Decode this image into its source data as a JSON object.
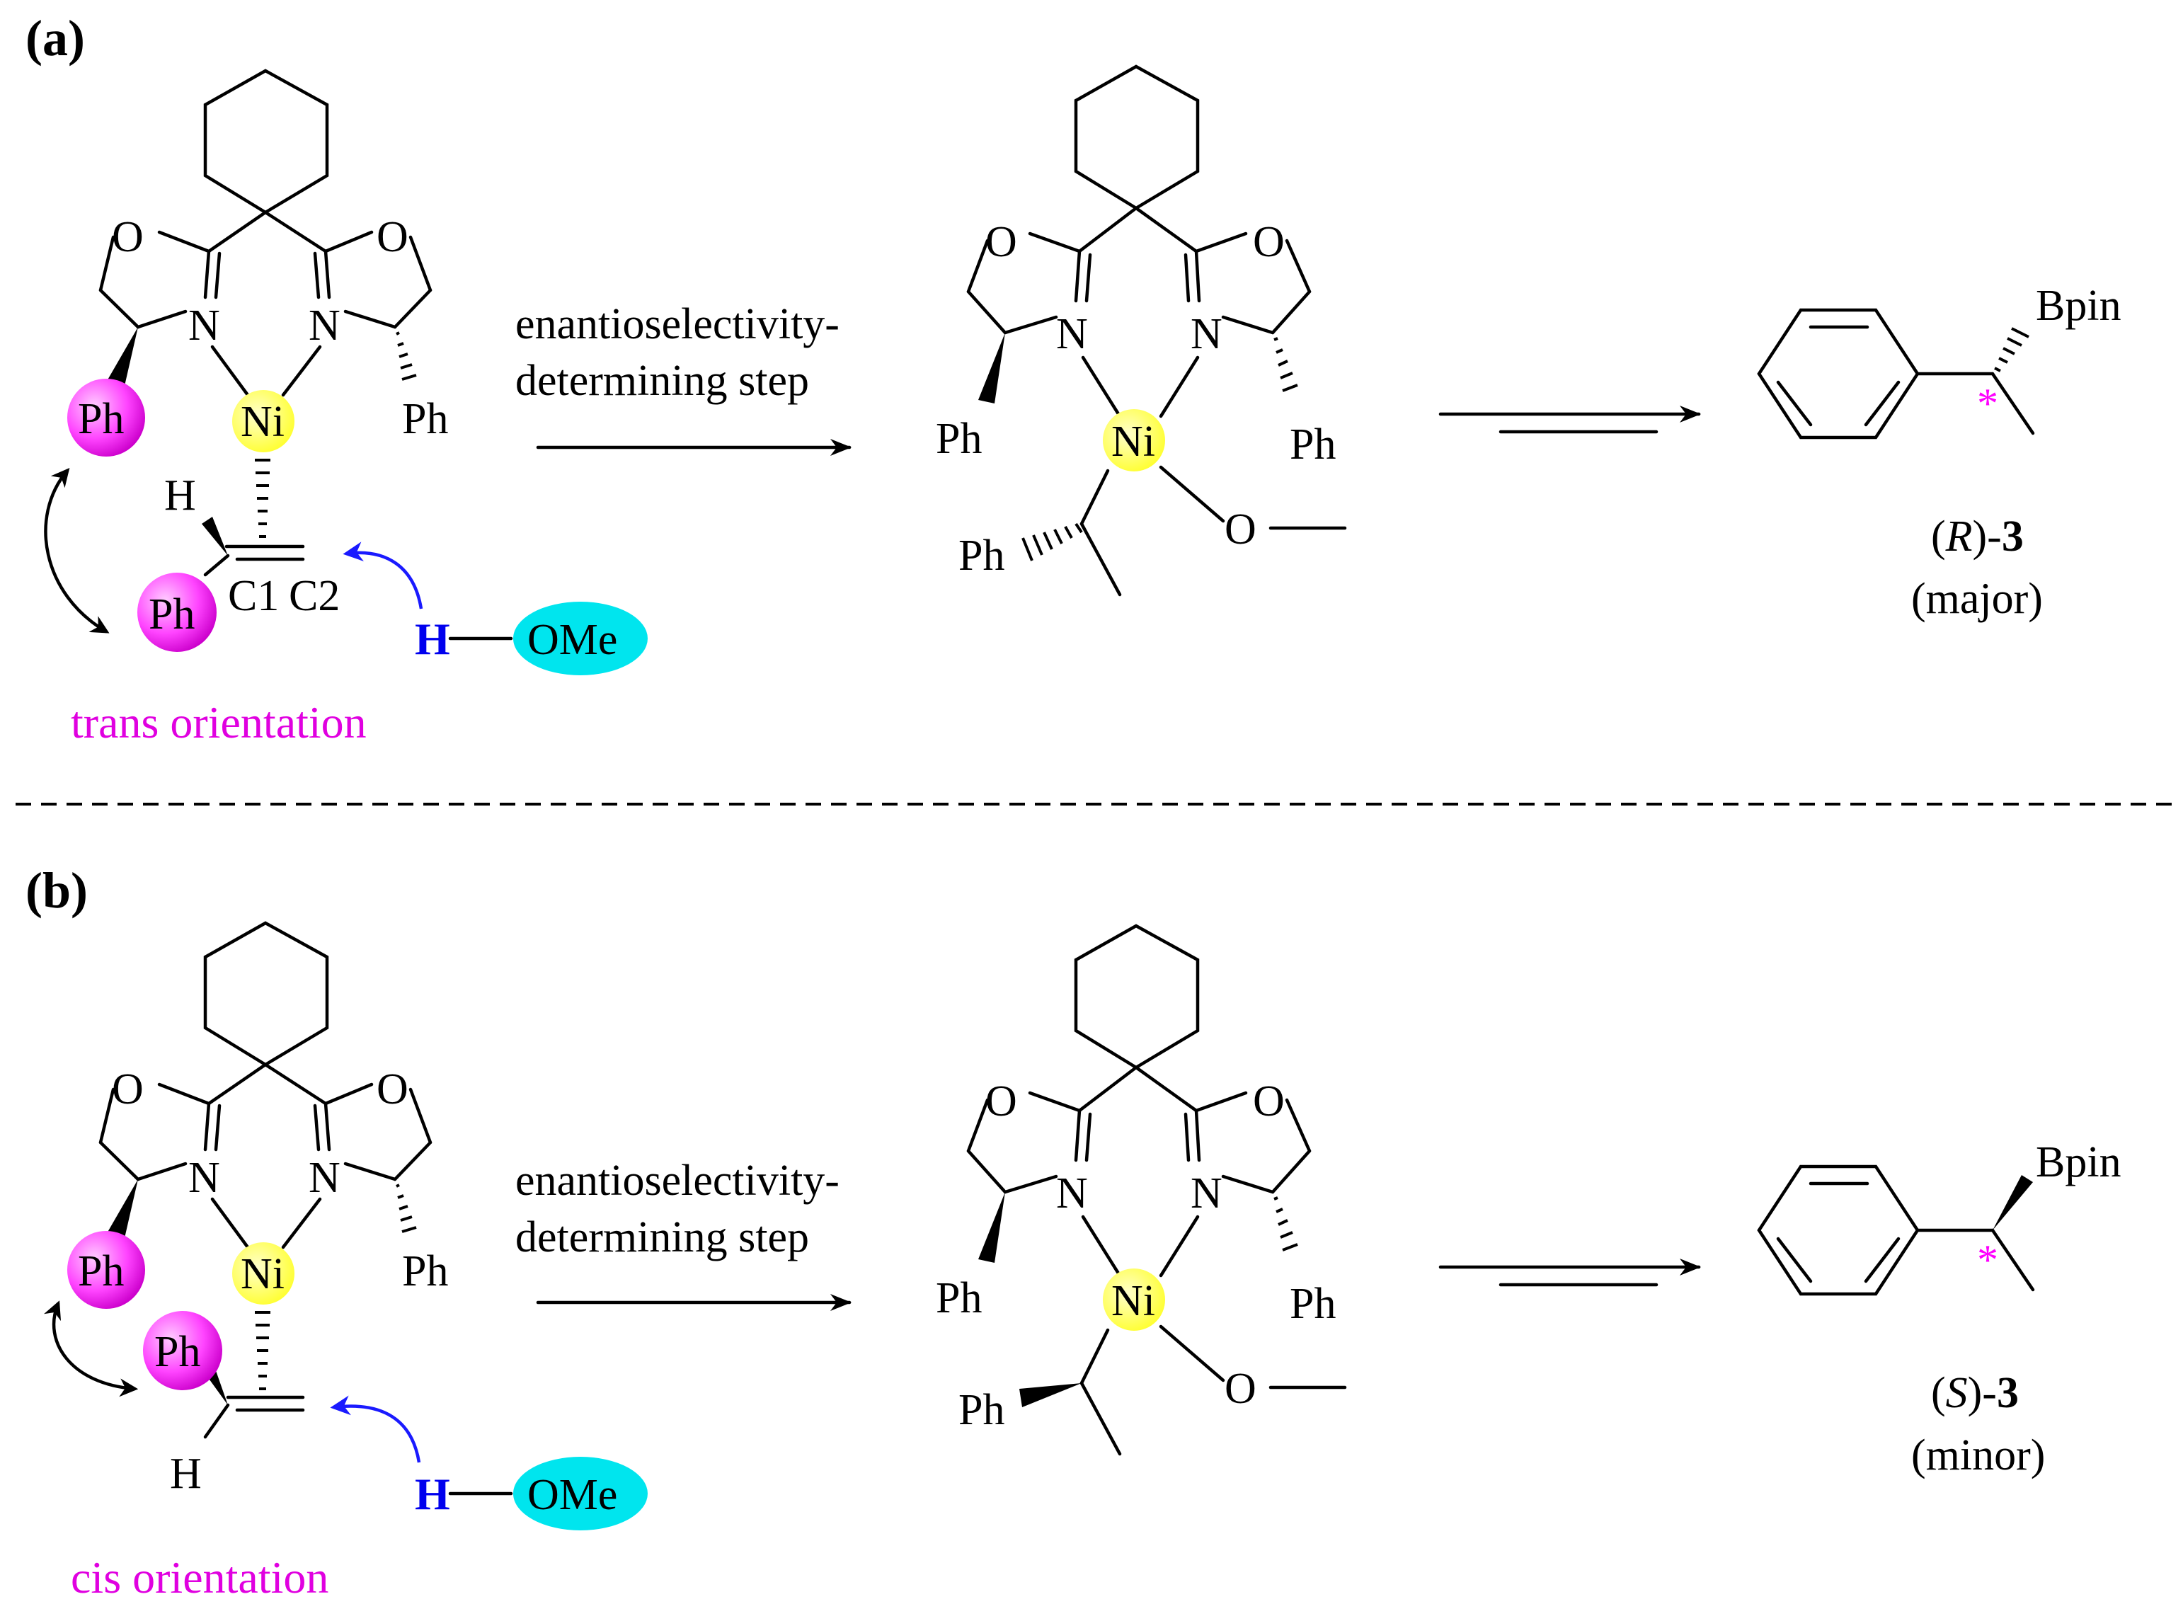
{
  "panels": {
    "a": {
      "label": "(a)",
      "atoms": {
        "O_left": "O",
        "O_right": "O",
        "N_left": "N",
        "N_right": "N",
        "ph_ball": "Ph",
        "ph_right": "Ph",
        "ni": "Ni",
        "h_top": "H",
        "ph_sub": "Ph",
        "c1": "C1",
        "c2": "C2",
        "h_meoh": "H",
        "ome": "OMe"
      },
      "orientation": "trans orientation",
      "arrow_text_line1": "enantioselectivity-",
      "arrow_text_line2": "determining step",
      "intermediate": {
        "O_left": "O",
        "O_right": "O",
        "N_left": "N",
        "N_right": "N",
        "ph_left": "Ph",
        "ph_right": "Ph",
        "ni": "Ni",
        "ph_alkyl": "Ph",
        "o_methoxy": "O"
      },
      "product": {
        "bpin": "Bpin",
        "star": "*",
        "config": "R",
        "number": "3",
        "note": "(major)"
      }
    },
    "b": {
      "label": "(b)",
      "atoms": {
        "O_left": "O",
        "O_right": "O",
        "N_left": "N",
        "N_right": "N",
        "ph_ball": "Ph",
        "ph_right": "Ph",
        "ni": "Ni",
        "ph_sub": "Ph",
        "h_bottom": "H",
        "h_meoh": "H",
        "ome": "OMe"
      },
      "orientation": "cis orientation",
      "arrow_text_line1": "enantioselectivity-",
      "arrow_text_line2": "determining step",
      "intermediate": {
        "O_left": "O",
        "O_right": "O",
        "N_left": "N",
        "N_right": "N",
        "ph_left": "Ph",
        "ph_right": "Ph",
        "ni": "Ni",
        "ph_alkyl": "Ph",
        "o_methoxy": "O"
      },
      "product": {
        "bpin": "Bpin",
        "star": "*",
        "config": "S",
        "number": "3",
        "note": "(minor)"
      }
    }
  },
  "colors": {
    "ph_ball": "#ff33ff",
    "ni_ball": "#ffff33",
    "ome_ball": "#00e5ee",
    "orientation_text": "#e000e0",
    "attack_arrow": "#1a1aff",
    "h_meoh": "#0000ee"
  }
}
